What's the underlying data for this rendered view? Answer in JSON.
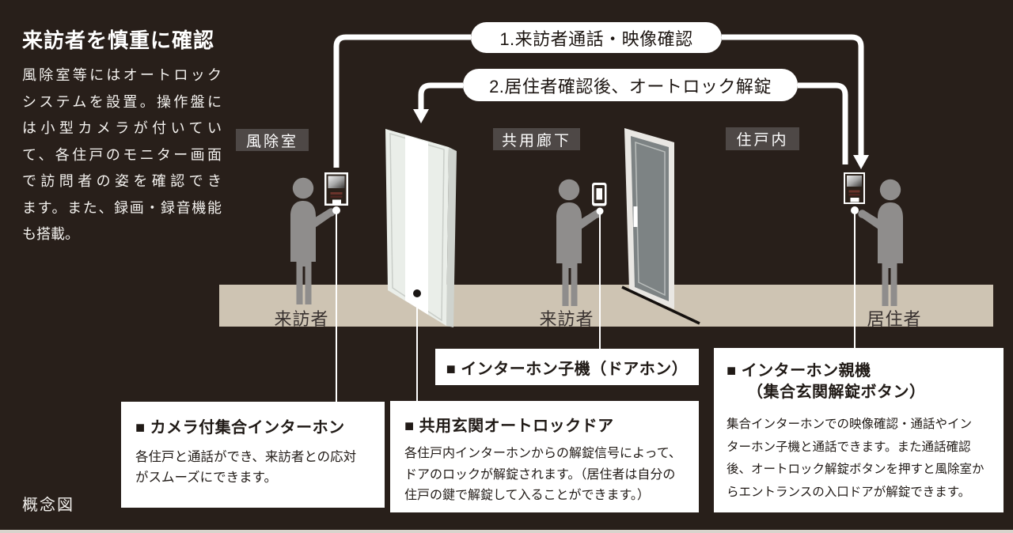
{
  "intro": {
    "title": "来訪者を慎重に確認",
    "body_lines": [
      "風除室等にはオートロック",
      "システムを設置。操作盤に",
      "は小型カメラが付いてい",
      "て、各住戸のモニター画面",
      "で訪問者の姿を確認でき",
      "ます。また、録画・録音機能",
      "も搭載。"
    ],
    "caption": "概念図"
  },
  "steps": [
    {
      "label": "1.来訪者通話・映像確認"
    },
    {
      "label": "2.居住者確認後、オートロック解錠"
    }
  ],
  "zones": [
    {
      "label": "風除室"
    },
    {
      "label": "共用廊下"
    },
    {
      "label": "住戸内"
    }
  ],
  "actors": [
    {
      "label": "来訪者"
    },
    {
      "label": "来訪者"
    },
    {
      "label": "居住者"
    }
  ],
  "callouts": {
    "camera_intercom": {
      "title": "■ カメラ付集合インターホン",
      "body_lines": [
        "各住戸と通話ができ、来訪者との応対",
        "がスムーズにできます。"
      ]
    },
    "doorphone": {
      "title": "■ インターホン子機（ドアホン）"
    },
    "autolock_door": {
      "title": "■ 共用玄関オートロックドア",
      "body_lines": [
        "各住戸内インターホンからの解錠信号によって、",
        "ドアのロックが解錠されます。（居住者は自分の",
        "住戸の鍵で解錠して入ることができます。）"
      ]
    },
    "parent_intercom": {
      "title_lines": [
        "■ インターホン親機",
        "（集合玄関解錠ボタン）"
      ],
      "body_lines": [
        "集合インターホンでの映像確認・通話やイン",
        "ターホン子機と通話できます。また通話確認",
        "後、オートロック解錠ボタンを押すと風除室か",
        "らエントランスの入口ドアが解錠できます。"
      ]
    }
  },
  "colors": {
    "background": "#281f1a",
    "floor": "#cec4b3",
    "zone_label_bg": "#4e4846",
    "panel_bg": "#ffffff",
    "text_dark": "#201a16",
    "silhouette": "#8f8d8c",
    "connector": "#ffffff"
  }
}
